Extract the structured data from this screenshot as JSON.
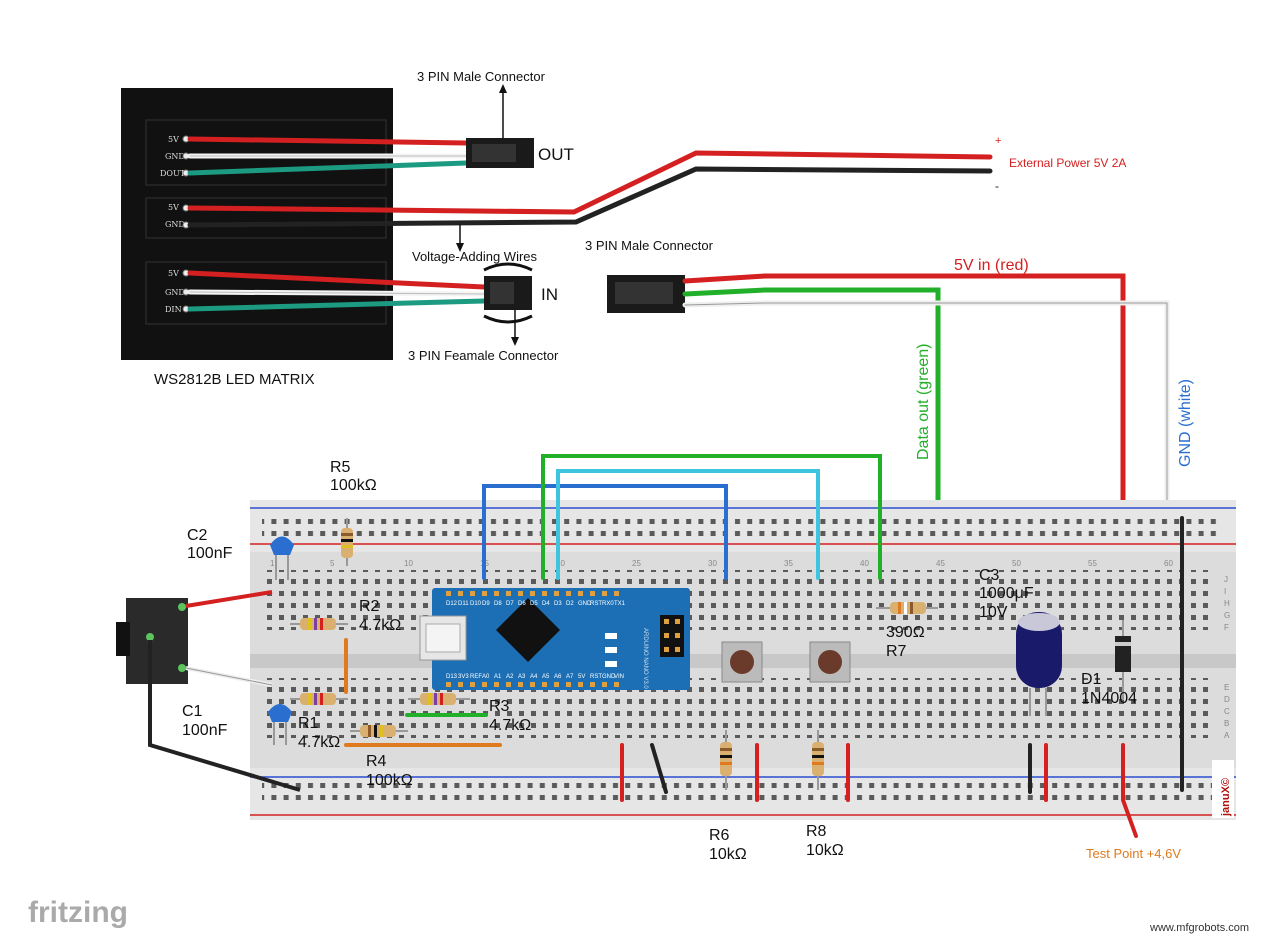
{
  "matrix": {
    "title": "WS2812B LED MATRIX",
    "pins_top": [
      "5V",
      "GND",
      "DOUT"
    ],
    "pins_mid": [
      "5V",
      "GND"
    ],
    "pins_bottom": [
      "5V",
      "GND",
      "DIN"
    ]
  },
  "connectors": {
    "out_male_label": "3 PIN Male Connector",
    "out_label": "OUT",
    "in_label": "IN",
    "voltage_adding_label": "Voltage-Adding Wires",
    "in_female_label": "3 PIN Feamale Connector",
    "second_male_label": "3 PIN Male Connector"
  },
  "power": {
    "external_label": "External Power 5V 2A",
    "plus": "+",
    "minus": "-"
  },
  "wires": {
    "red_label": "5V in (red)",
    "green_label": "Data out (green)",
    "white_label": "GND (white)"
  },
  "components": {
    "c2_name": "C2",
    "c2_value": "100nF",
    "c1_name": "C1",
    "c1_value": "100nF",
    "r5_name": "R5",
    "r5_value": "100kΩ",
    "r2_name": "R2",
    "r2_value": "4.7kΩ",
    "r1_name": "R1",
    "r1_value": "4.7kΩ",
    "r3_name": "R3",
    "r3_value": "4.7kΩ",
    "r4_name": "R4",
    "r4_value": "100kΩ",
    "r7_name": "R7",
    "r7_value": "390Ω",
    "r6_name": "R6",
    "r6_value": "10kΩ",
    "r8_name": "R8",
    "r8_value": "10kΩ",
    "c3_name": "C3",
    "c3_value1": "1000μF",
    "c3_value2": "10V",
    "d1_name": "D1",
    "d1_value": "1N4004"
  },
  "arduino": {
    "top_pins": [
      "D12",
      "D11",
      "D10",
      "D9",
      "D8",
      "D7",
      "D6",
      "D5",
      "D4",
      "D3",
      "D2",
      "GND",
      "RST",
      "RX0",
      "TX1"
    ],
    "bottom_pins": [
      "D13",
      "3V3",
      "REF",
      "A0",
      "A1",
      "A2",
      "A3",
      "A4",
      "A5",
      "A6",
      "A7",
      "5V",
      "RST",
      "GND",
      "VIN"
    ],
    "board_text": "ARDUINO NANO V3.0"
  },
  "breadboard": {
    "col_numbers": [
      "1",
      "5",
      "10",
      "15",
      "20",
      "25",
      "30",
      "35",
      "40",
      "45",
      "50",
      "55",
      "60"
    ],
    "row_letters_top": [
      "J",
      "I",
      "H",
      "G",
      "F"
    ],
    "row_letters_bottom": [
      "E",
      "D",
      "C",
      "B",
      "A"
    ]
  },
  "test_point_label": "Test Point +4,6V",
  "credit": "januX©",
  "logo_text": "fritzing",
  "watermark": "www.mfgrobots.com",
  "colors": {
    "red": "#d42020",
    "green": "#22b02a",
    "blue": "#2a6fd0",
    "cyan": "#3fc4e0",
    "orange": "#e07a1e",
    "black": "#222222",
    "board_blue": "#1c6fb5"
  }
}
